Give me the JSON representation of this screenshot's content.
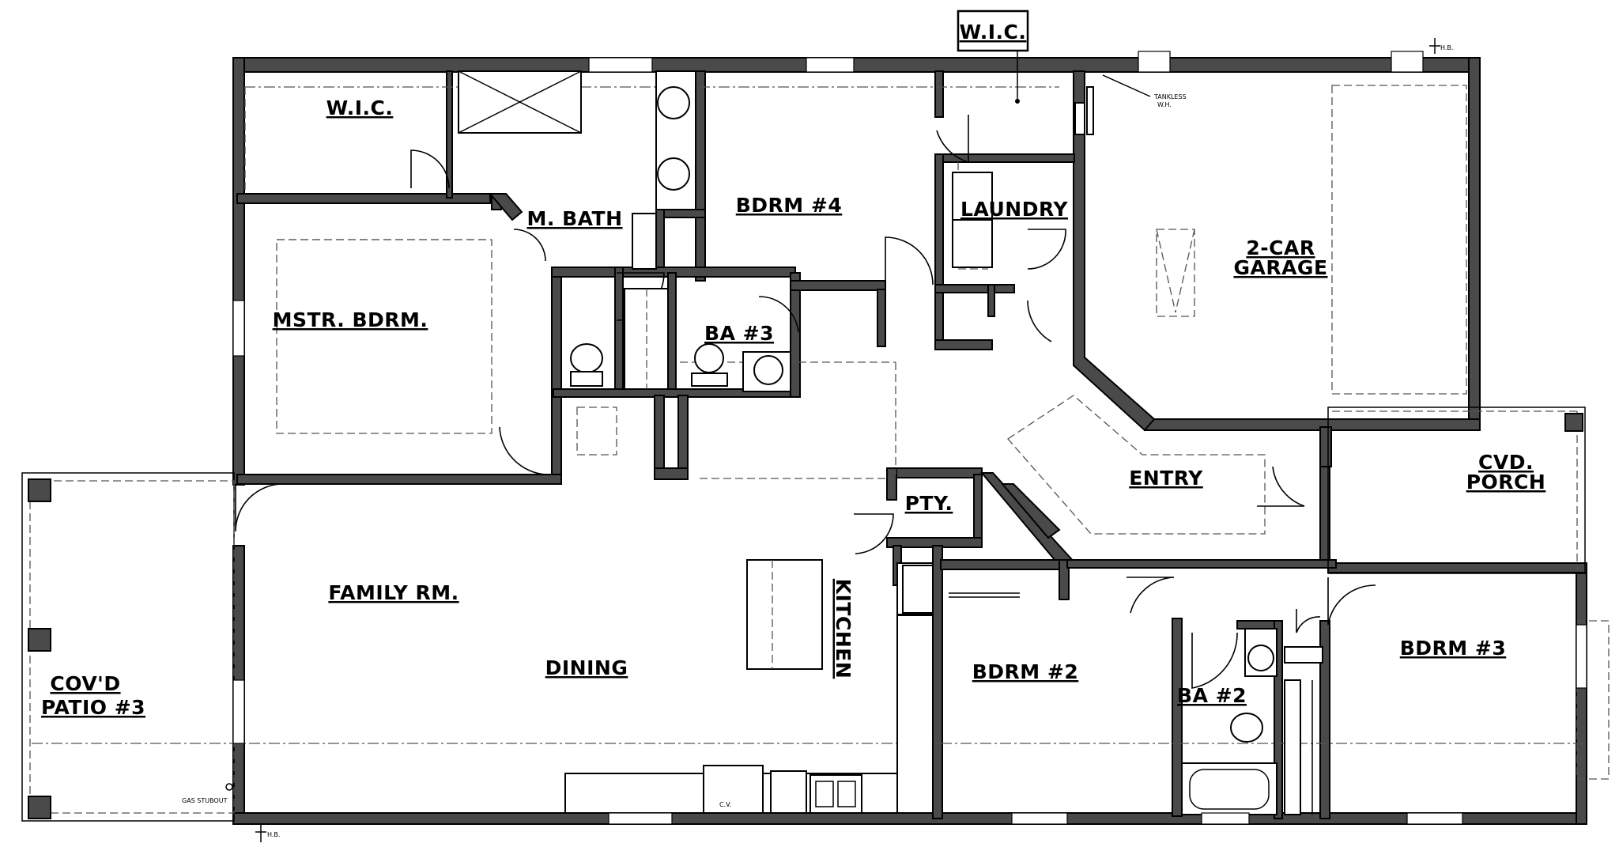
{
  "labels": {
    "wic_top": "W.I.C.",
    "wic_master": "W.I.C.",
    "master_bath": "M. BATH",
    "bedroom_4": "BDRM #4",
    "laundry": "LAUNDRY",
    "garage_line1": "2-CAR",
    "garage_line2": "GARAGE",
    "master_bedroom": "MSTR. BDRM.",
    "bath_3": "BA #3",
    "entry": "ENTRY",
    "porch_line1": "CVD.",
    "porch_line2": "PORCH",
    "pantry": "PTY.",
    "family_room": "FAMILY RM.",
    "kitchen": "KITCHEN",
    "dining": "DINING",
    "patio_line1": "COV'D",
    "patio_line2": "PATIO #3",
    "bedroom_2": "BDRM #2",
    "bath_2": "BA #2",
    "bedroom_3": "BDRM #3",
    "water_heater_line1": "TANKLESS",
    "water_heater_line2": "W.H.",
    "hose_bib_top": "H.B.",
    "hose_bib_bottom": "H.B.",
    "gas_stub": "GAS STUBOUT",
    "ceiling_vent": "C.V."
  }
}
